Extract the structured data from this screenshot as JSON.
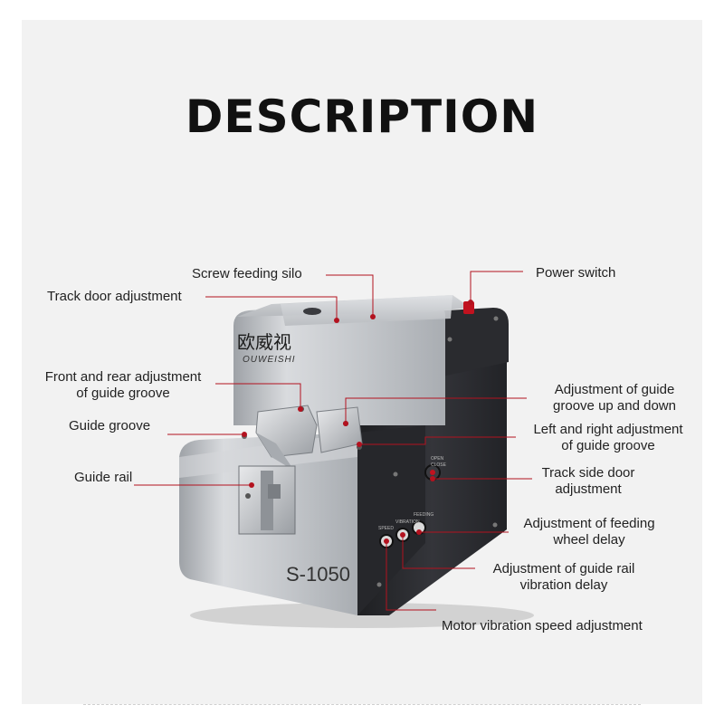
{
  "page": {
    "title": "DESCRIPTION"
  },
  "machine": {
    "brand_cn": "欧威视",
    "brand_en": "OUWEISHI",
    "model": "S-1050",
    "panel_labels": [
      "SPEED",
      "VIBRATION",
      "FEEDING"
    ],
    "door_labels": [
      "OPEN",
      "CLOSE"
    ]
  },
  "labels": {
    "screw_feeding_silo": "Screw feeding silo",
    "track_door_adjustment": "Track door adjustment",
    "front_rear_line1": "Front and rear adjustment",
    "front_rear_line2": "of guide groove",
    "guide_groove": "Guide groove",
    "guide_rail": "Guide rail",
    "power_switch": "Power switch",
    "up_down_line1": "Adjustment of guide",
    "up_down_line2": "groove up and down",
    "left_right_line1": "Left and right adjustment",
    "left_right_line2": "of guide groove",
    "track_side_line1": "Track side door",
    "track_side_line2": "adjustment",
    "feeding_wheel_line1": "Adjustment of feeding",
    "feeding_wheel_line2": "wheel delay",
    "rail_vibration_line1": "Adjustment of guide rail",
    "rail_vibration_line2": "vibration delay",
    "motor_vibration": "Motor vibration speed adjustment"
  },
  "colors": {
    "callout": "#b3121f",
    "background": "#f2f2f2",
    "body_silver": "#c9ccd0",
    "body_dark": "#2b2c30"
  }
}
